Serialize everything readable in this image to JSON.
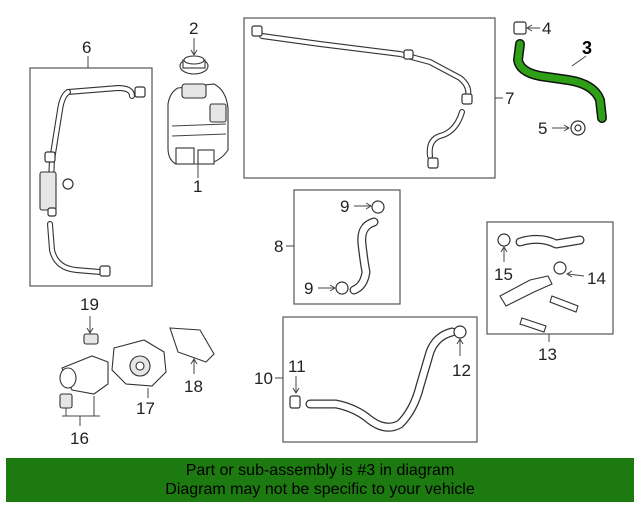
{
  "callouts": {
    "c1": "1",
    "c2": "2",
    "c3": "3",
    "c4": "4",
    "c5": "5",
    "c6": "6",
    "c7": "7",
    "c8": "8",
    "c9a": "9",
    "c9b": "9",
    "c10": "10",
    "c11": "11",
    "c12": "12",
    "c13": "13",
    "c14": "14",
    "c15": "15",
    "c16": "16",
    "c17": "17",
    "c18": "18",
    "c19": "19"
  },
  "highlight": {
    "part": "3",
    "color": "#2ea018"
  },
  "banner": {
    "color": "#1d7a11",
    "line1": "Part or sub-assembly is #3 in diagram",
    "line2": "Diagram may not be specific to your vehicle"
  }
}
